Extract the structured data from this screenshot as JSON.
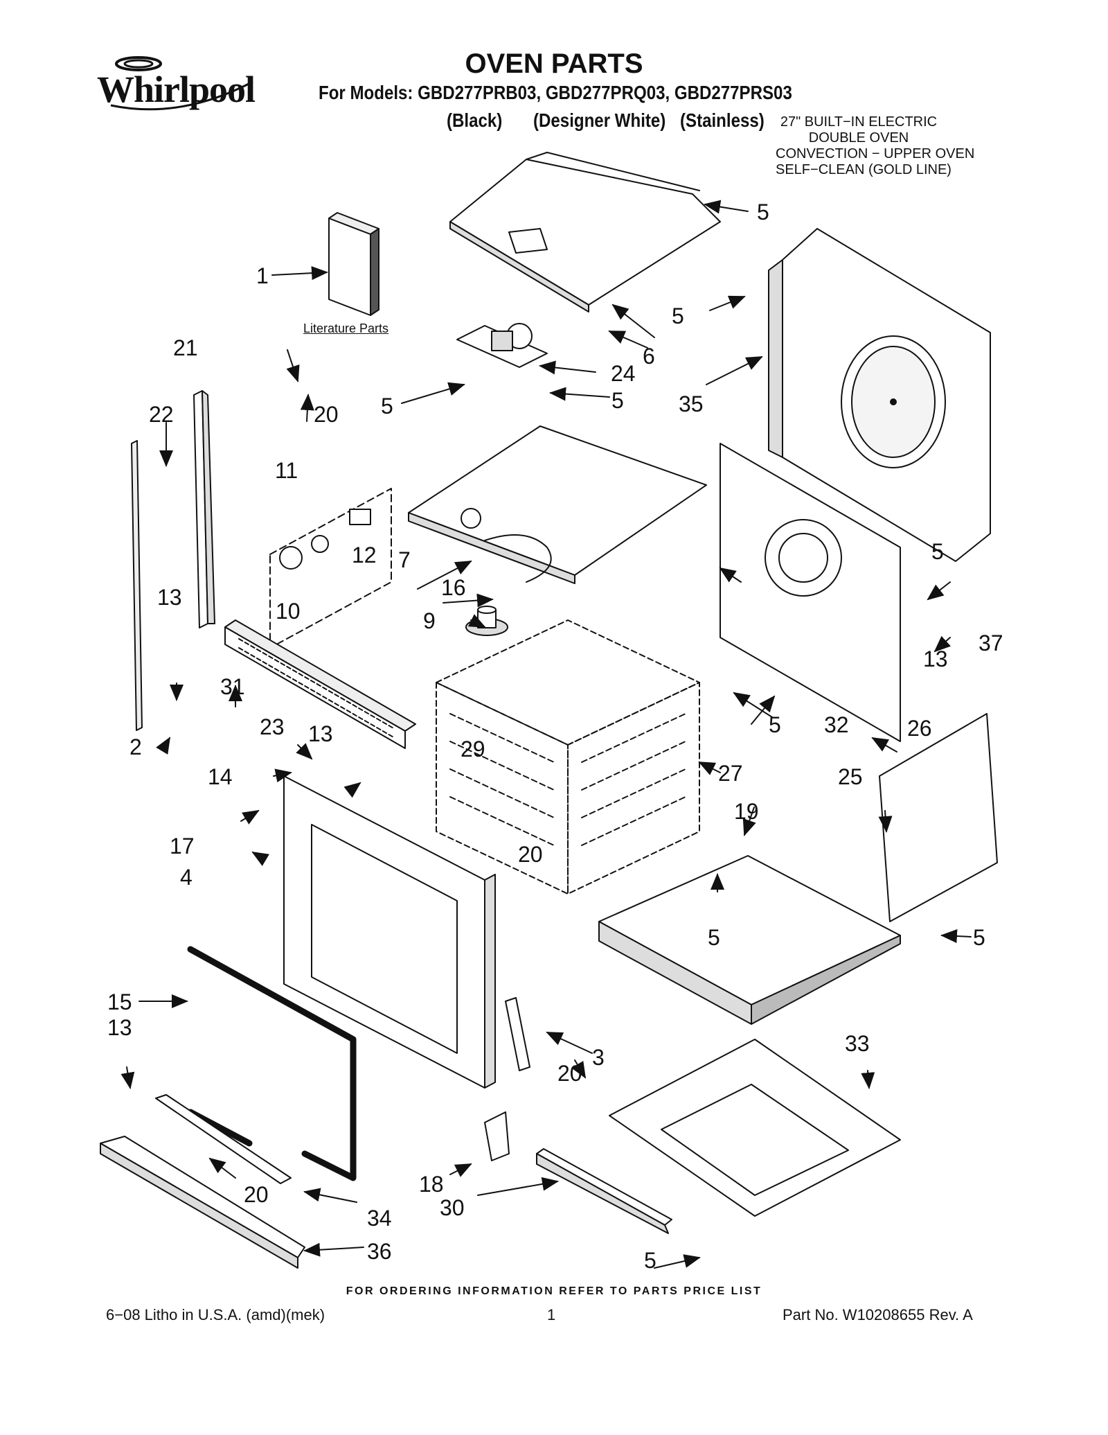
{
  "brand": "Whirlpool",
  "header": {
    "title": "OVEN PARTS",
    "models": "For Models: GBD277PRB03, GBD277PRQ03, GBD277PRS03",
    "variants": [
      "(Black)",
      "(Designer White)",
      "(Stainless)"
    ]
  },
  "description": [
    "27\" BUILT−IN ELECTRIC",
    "DOUBLE OVEN",
    "CONVECTION − UPPER OVEN",
    "SELF−CLEAN (GOLD LINE)"
  ],
  "literature_label": "Literature Parts",
  "callouts": {
    "c1": "1",
    "c2": "2",
    "c3": "3",
    "c4": "4",
    "c5a": "5",
    "c5b": "5",
    "c5c": "5",
    "c5d": "5",
    "c5e": "5",
    "c5f": "5",
    "c5g": "5",
    "c5h": "5",
    "c5i": "5",
    "c6": "6",
    "c7": "7",
    "c9": "9",
    "c10": "10",
    "c11": "11",
    "c12": "12",
    "c13a": "13",
    "c13b": "13",
    "c13c": "13",
    "c13d": "13",
    "c14": "14",
    "c15": "15",
    "c16": "16",
    "c17": "17",
    "c18": "18",
    "c19": "19",
    "c20a": "20",
    "c20b": "20",
    "c20c": "20",
    "c20d": "20",
    "c21": "21",
    "c22": "22",
    "c23": "23",
    "c24": "24",
    "c25": "25",
    "c26": "26",
    "c27": "27",
    "c29": "29",
    "c30": "30",
    "c31": "31",
    "c32": "32",
    "c33": "33",
    "c34": "34",
    "c35": "35",
    "c36": "36",
    "c37": "37"
  },
  "ordering_note": "FOR ORDERING INFORMATION REFER TO PARTS PRICE LIST",
  "footer": {
    "left": "6−08 Litho in U.S.A. (amd)(mek)",
    "page": "1",
    "right": "Part No. W10208655 Rev. A"
  }
}
